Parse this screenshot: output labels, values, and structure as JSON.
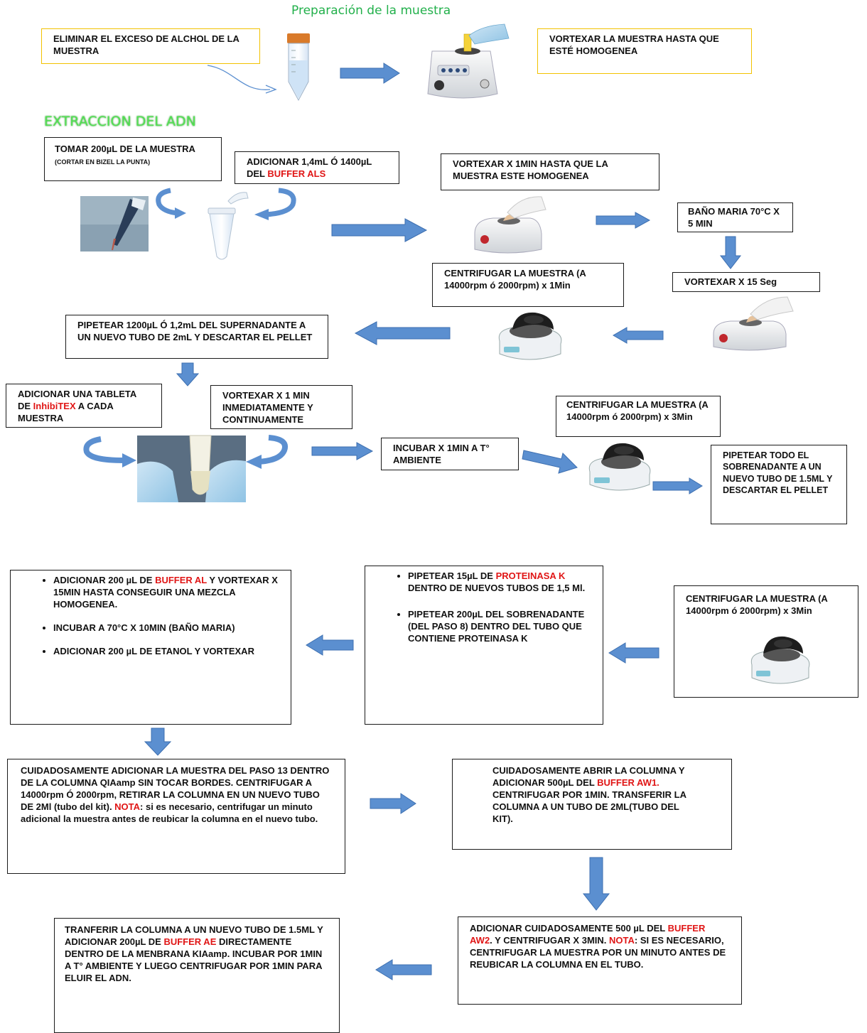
{
  "headings": {
    "preparacion": "Preparación de la muestra",
    "extraccion": "EXTRACCION DEL ADN"
  },
  "steps": {
    "eliminar": "ELIMINAR EL EXCESO DE ALCHOL DE LA MUESTRA",
    "vortexar_homogenea": "VORTEXAR LA MUESTRA HASTA QUE ESTÉ HOMOGENEA",
    "tomar_main": "TOMAR 200µL DE LA MUESTRA",
    "tomar_note": "(CORTAR EN BIZEL LA PUNTA)",
    "adicionar_als_pre": "ADICIONAR 1,4mL Ó 1400µL DEL ",
    "adicionar_als_red": "BUFFER ALS",
    "vortexar_1min": "VORTEXAR X 1MIN HASTA QUE LA MUESTRA ESTE HOMOGENEA",
    "bano_maria": "BAÑO MARIA 70°C  X  5 MIN",
    "vortexar_15seg": "VORTEXAR X 15 Seg",
    "centrifugar_1min": "CENTRIFUGAR LA MUESTRA (A 14000rpm ó 2000rpm) x 1Min",
    "pipetear_1200": "PIPETEAR 1200µL Ó 1,2mL DEL SUPERNADANTE A UN NUEVO TUBO DE 2mL Y DESCARTAR EL PELLET",
    "inhibitex_pre": "ADICIONAR UNA TABLETA DE ",
    "inhibitex_red": "InhibiTEX",
    "inhibitex_post": " A CADA MUESTRA",
    "vortexar_inmediata": "VORTEXAR X 1 MIN INMEDIATAMENTE Y CONTINUAMENTE",
    "incubar_1min": "INCUBAR X 1MIN A T° AMBIENTE",
    "centrifugar_3min": "CENTRIFUGAR LA MUESTRA (A 14000rpm ó 2000rpm) x 3Min",
    "pipetear_todo": "PIPETEAR TODO EL SOBRENADANTE A UN NUEVO TUBO DE 1.5ML Y DESCARTAR EL PELLET",
    "al_1_pre": "ADICIONAR 200 µL DE ",
    "al_1_red": "BUFFER AL",
    "al_1_post": " Y VORTEXAR X 15MIN HASTA CONSEGUIR UNA MEZCLA HOMOGENEA.",
    "al_2": "INCUBAR A 70°C X 10MIN (BAÑO MARIA)",
    "al_3": "ADICIONAR 200 µL DE ETANOL Y VORTEXAR",
    "prot_1_pre": "PIPETEAR 15µL DE ",
    "prot_1_red": "PROTEINASA K",
    "prot_1_post": " DENTRO DE NUEVOS TUBOS DE 1,5 Ml.",
    "prot_2": "PIPETEAR 200µL DEL SOBRENADANTE (DEL PASO 8) DENTRO DEL TUBO QUE CONTIENE PROTEINASA K",
    "centrifugar_3min_b": "CENTRIFUGAR LA MUESTRA (A 14000rpm ó 2000rpm) x 3Min",
    "qiaamp_a": "CUIDADOSAMENTE ADICIONAR LA MUESTRA DEL PASO 13 DENTRO DE LA COLUMNA QIAamp SIN TOCAR BORDES. CENTRIFUGAR A 14000rpm Ó 2000rpm, RETIRAR LA COLUMNA EN UN NUEVO TUBO DE 2Ml (tubo del kit). ",
    "qiaamp_red": "NOTA",
    "qiaamp_b": ": si es necesario, centrifugar un minuto adicional la muestra antes de reubicar la columna en el nuevo tubo.",
    "aw1_pre": "CUIDADOSAMENTE ABRIR LA COLUMNA Y ADICIONAR 500µL DEL ",
    "aw1_red": "BUFFER AW1.",
    "aw1_post": " CENTRIFUGAR POR 1MIN. TRANSFERIR LA COLUMNA A UN TUBO DE 2ML(TUBO DEL KIT).",
    "aw2_pre": "ADICIONAR CUIDADOSAMENTE 500 µL DEL ",
    "aw2_red": "BUFFER AW2",
    "aw2_mid": ". Y CENTRIFUGAR X 3MIN. ",
    "aw2_red2": "NOTA",
    "aw2_post": ": SI ES NECESARIO, CENTRIFUGAR LA MUESTRA POR UN MINUTO ANTES DE REUBICAR LA COLUMNA EN EL TUBO.",
    "ae_pre": "TRANFERIR LA COLUMNA A UN NUEVO TUBO DE 1.5ML Y ADICIONAR 200µL DE ",
    "ae_red": "BUFFER AE",
    "ae_post": " DIRECTAMENTE DENTRO DE LA MENBRANA KIAamp. INCUBAR POR 1MIN A T° AMBIENTE Y LUEGO CENTRIFUGAR POR 1MIN PARA ELUIR EL ADN."
  },
  "colors": {
    "arrow_fill": "#5b8fd0",
    "arrow_stroke": "#3d6fb0",
    "highlight_red": "#e01515",
    "heading_green": "#22b04b",
    "box_yellow": "#f2c200"
  }
}
